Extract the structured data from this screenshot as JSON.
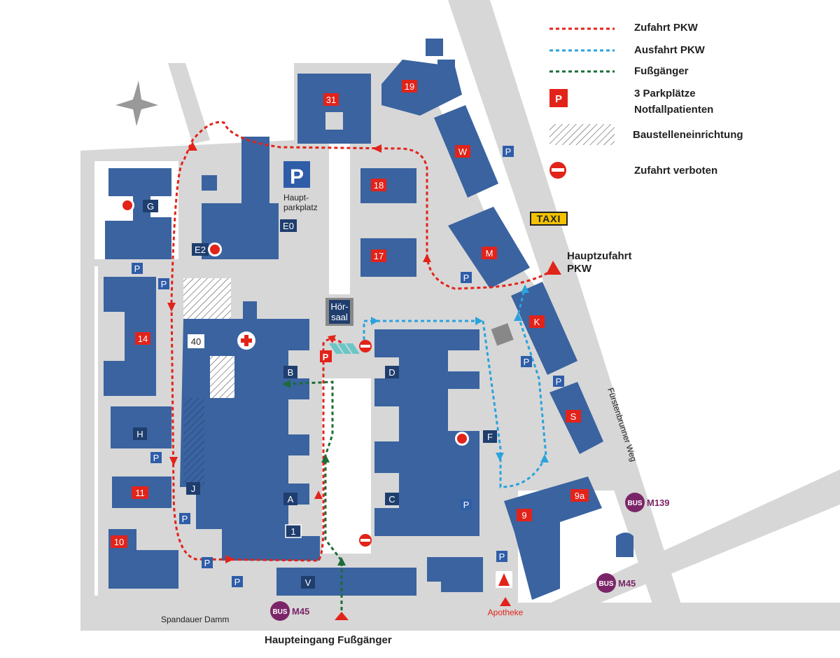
{
  "legend": {
    "items": [
      {
        "label": "Zufahrt PKW",
        "color": "#e2231a"
      },
      {
        "label": "Ausfahrt PKW",
        "color": "#2aa3dc"
      },
      {
        "label": "Fußgänger",
        "color": "#1e6b3a"
      },
      {
        "label": "3 Parkplätze",
        "label2": "Notfallpatienten",
        "icon": "P"
      },
      {
        "label": "Baustelleneinrichtung"
      },
      {
        "label": "Zufahrt verboten"
      }
    ]
  },
  "buildings": {
    "b31": "31",
    "b19": "19",
    "bW": "W",
    "b18": "18",
    "b17": "17",
    "bM": "M",
    "bK": "K",
    "bS": "S",
    "bG": "G",
    "bE0": "E0",
    "bE2": "E2",
    "b14": "14",
    "b40": "40",
    "bB": "B",
    "bD": "D",
    "bF": "F",
    "bH": "H",
    "bJ": "J",
    "bA": "A",
    "bC": "C",
    "b1": "1",
    "b11": "11",
    "b10": "10",
    "bV": "V",
    "b9": "9",
    "b9a": "9a"
  },
  "labels": {
    "hauptparkplatz_1": "Haupt-",
    "hauptparkplatz_2": "parkplatz",
    "hoersaal_1": "Hör-",
    "hoersaal_2": "saal",
    "taxi": "TAXI",
    "hauptzufahrt_1": "Hauptzufahrt",
    "hauptzufahrt_2": "PKW",
    "street_fuerstenbrunner": "Fürstenbrunner Weg",
    "street_spandauer": "Spandauer Damm",
    "haupteingang": "Haupteingang Fußgänger",
    "apotheke": "Apotheke",
    "parking": "P",
    "bus": "BUS",
    "bus_m139": "M139",
    "bus_m45_a": "M45",
    "bus_m45_b": "M45"
  },
  "colors": {
    "building": "#3a63a0",
    "road": "#d7d7d7",
    "red": "#e2231a",
    "blue_route": "#2aa3dc",
    "green_route": "#1e6b3a",
    "bus": "#7b2568"
  }
}
